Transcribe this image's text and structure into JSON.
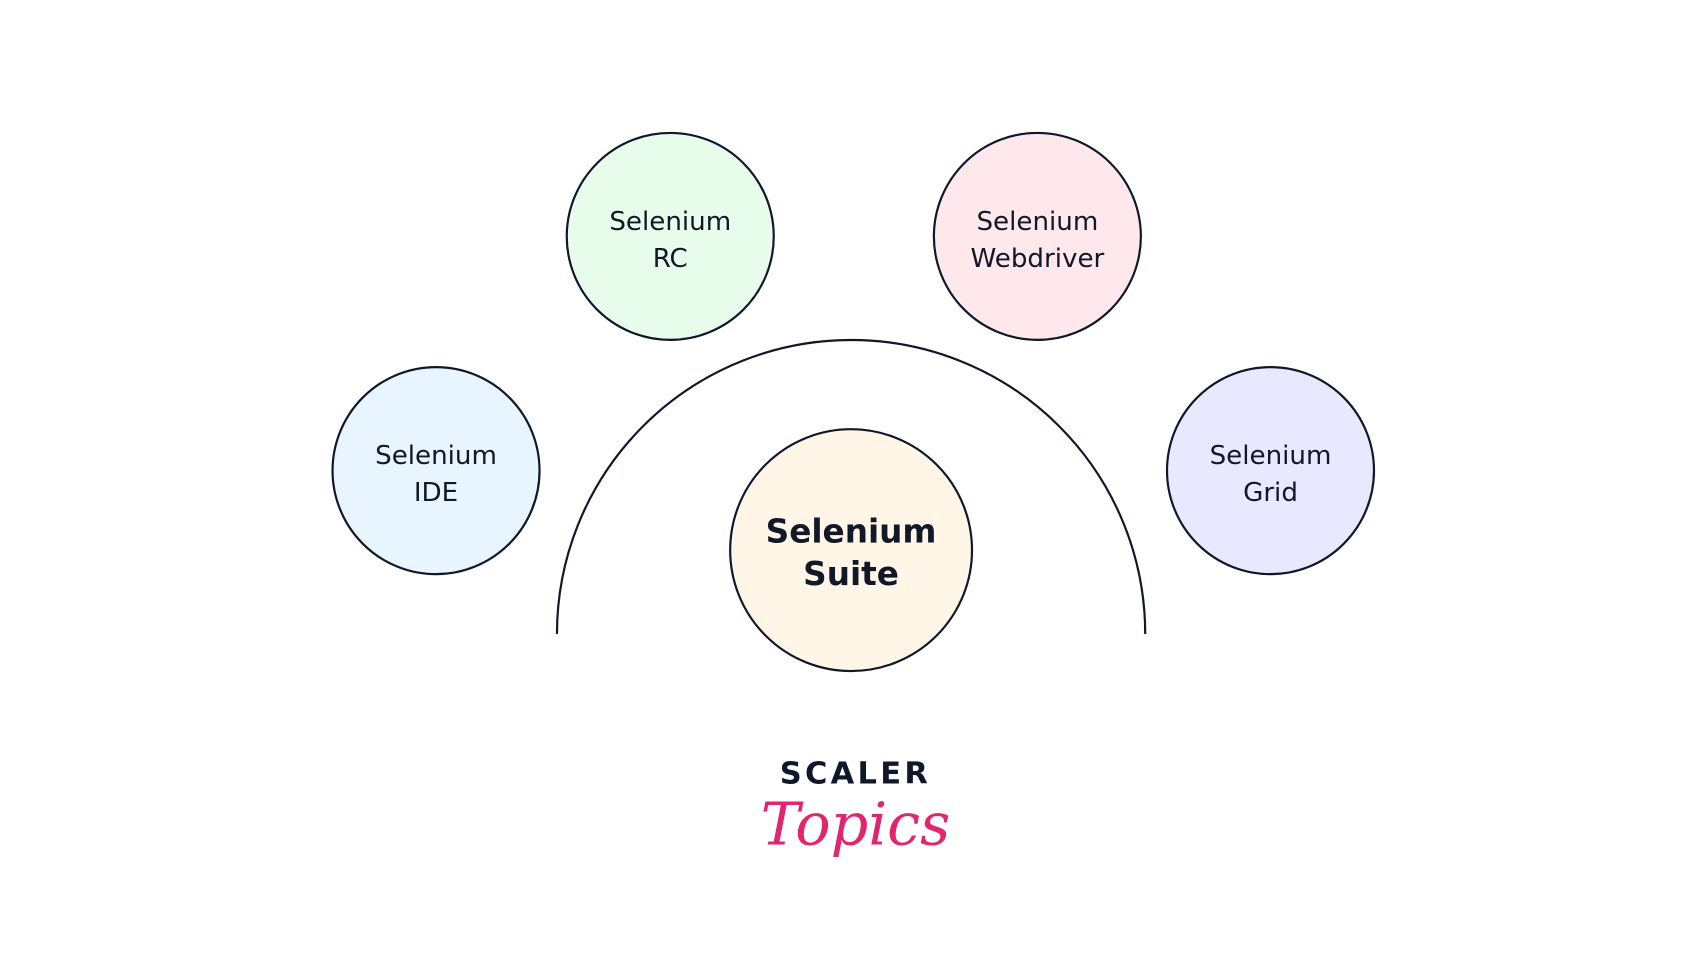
{
  "diagram": {
    "center": {
      "line1": "Selenium",
      "line2": "Suite",
      "color": "#fff6e8"
    },
    "nodes": [
      {
        "line1": "Selenium",
        "line2": "IDE",
        "color": "#e8f4fe"
      },
      {
        "line1": "Selenium",
        "line2": "RC",
        "color": "#e8fcec"
      },
      {
        "line1": "Selenium",
        "line2": "Webdriver",
        "color": "#fee8ec"
      },
      {
        "line1": "Selenium",
        "line2": "Grid",
        "color": "#e8e8fe"
      }
    ]
  },
  "logo": {
    "brand": "SCALER",
    "sub": "Topics",
    "brand_color": "#0f172a",
    "accent": "#e0266e"
  }
}
